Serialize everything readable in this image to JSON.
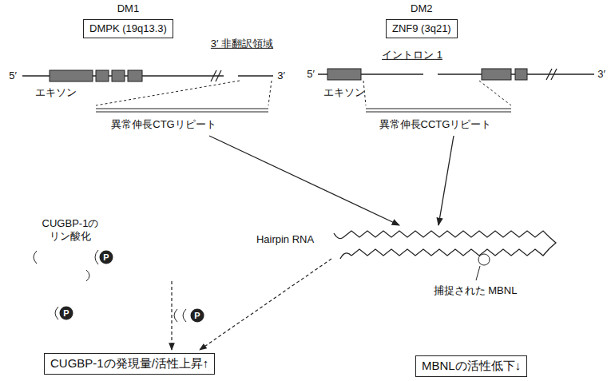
{
  "diagram": {
    "nodes": [
      {
        "text": [
          "DM1",
          "DMPK (19q13.3)"
        ]
      },
      {
        "text": [
          "DM2",
          "ZNF9 (3q21)"
        ]
      },
      {
        "text": [
          "CUGBP-1の発現量/活性上昇↑"
        ]
      },
      {
        "text": [
          "MBNLの活性低下↓"
        ]
      }
    ],
    "labels": [
      "3′ 非翻訳領域",
      "イントロン 1",
      "5′",
      "3′",
      "5′",
      "3′",
      "エキソン",
      "エキソン",
      "異常伸長CTGリピート",
      "異常伸長CCTGリピート",
      "CUGBP-1の リン酸化",
      "Hairpin RNA",
      "P",
      "捕捉された MBNL",
      "P",
      "P"
    ]
  }
}
